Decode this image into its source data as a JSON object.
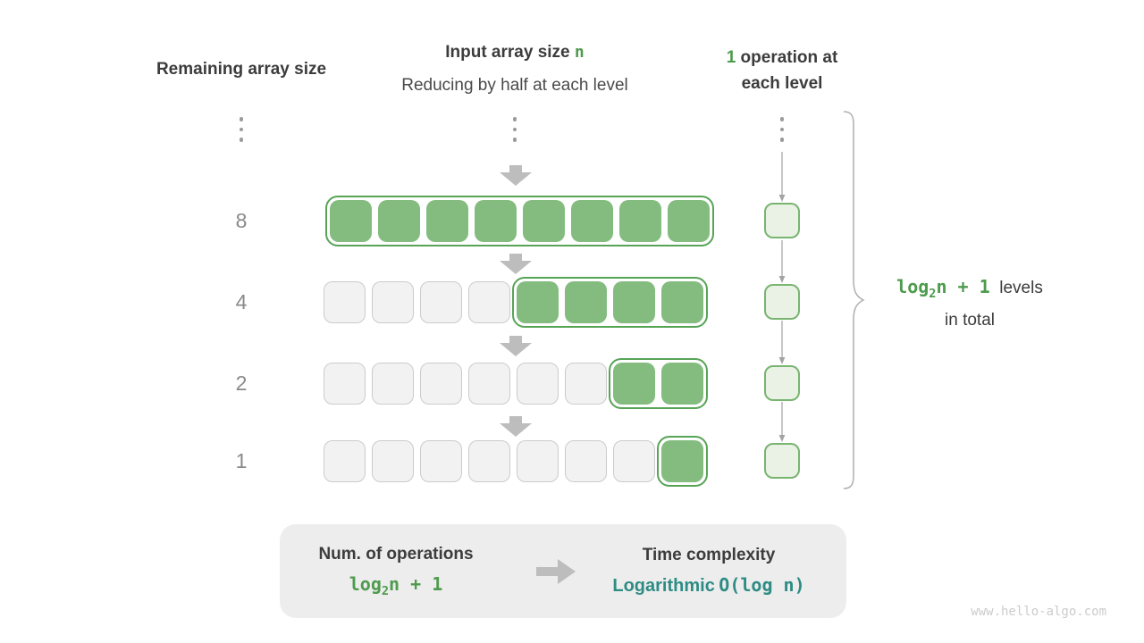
{
  "title_row": {
    "left": "Remaining array size",
    "center_line1_text": "Input array size ",
    "center_line1_var": "n",
    "center_line2": "Reducing by half at each level",
    "right_highlight": "1",
    "right_line1_rest": " operation at",
    "right_line2": "each level"
  },
  "levels": [
    {
      "remaining": "8",
      "total": 8,
      "green": 8
    },
    {
      "remaining": "4",
      "total": 8,
      "green": 4
    },
    {
      "remaining": "2",
      "total": 8,
      "green": 2
    },
    {
      "remaining": "1",
      "total": 8,
      "green": 1
    }
  ],
  "side_label": {
    "formula_log": "log",
    "formula_sub": "2",
    "formula_rest": "n + 1",
    "text_line1": "levels",
    "text_line2": "in total"
  },
  "summary_panel": {
    "left_title": "Num. of operations",
    "left_formula_log": "log",
    "left_formula_sub": "2",
    "left_formula_rest": "n + 1",
    "right_title": "Time complexity",
    "right_word": "Logarithmic",
    "right_formula": "O(log n)"
  },
  "watermark": "www.hello-algo.com",
  "colors": {
    "green_fill": "#84BC80",
    "outline_green": "#57A457",
    "opbox_border": "#79B471",
    "opbox_fill": "#E9F2E4",
    "gray_fill": "#F2F2F2",
    "gray_border": "#CBCBCB",
    "fat_arrow": "#BDBDBD",
    "thin_arrow": "#A3A3A3",
    "dots": "#9B9B9B",
    "text_dark": "#3C3C3C",
    "text_mid": "#4A4A4A",
    "text_gray": "#8A8A8A",
    "green_text": "#4E9B4E",
    "teal_text": "#2E8C84",
    "panel_bg": "#EDEDED",
    "brace": "#AFAFAF",
    "watermark": "#CCCCCC"
  }
}
